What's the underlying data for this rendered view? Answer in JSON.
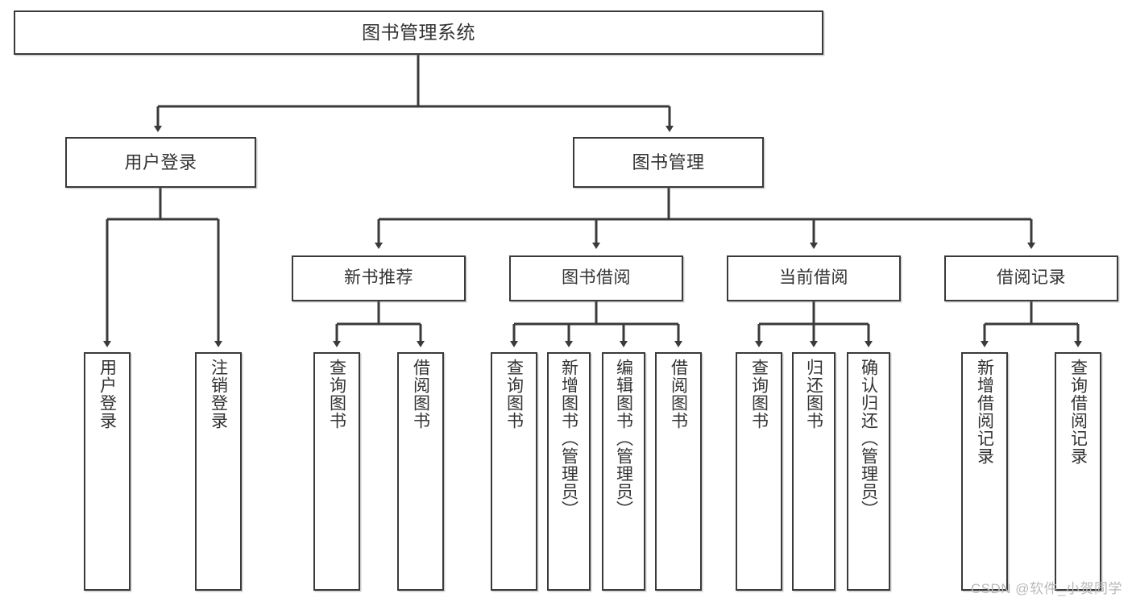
{
  "diagram": {
    "type": "tree-hierarchy-chart",
    "title": "图书管理系统",
    "watermark": "CSDN @软件_小贺同学",
    "colors": {
      "box_border": "#3a3a3a",
      "box_fill": "#ffffff",
      "text": "#333333",
      "connector": "#3a3a3a",
      "watermark": "#b9b9b9",
      "background": "#ffffff"
    },
    "nodes": {
      "root": {
        "label": "图书管理系统"
      },
      "level2": [
        {
          "label": "用户登录"
        },
        {
          "label": "图书管理"
        }
      ],
      "level3": [
        {
          "label": "新书推荐"
        },
        {
          "label": "图书借阅"
        },
        {
          "label": "当前借阅"
        },
        {
          "label": "借阅记录"
        }
      ],
      "leaves": {
        "user_login": [
          {
            "label": "用户登录"
          },
          {
            "label": "注销登录"
          }
        ],
        "new_book_recommend": [
          {
            "label": "查询图书"
          },
          {
            "label": "借阅图书"
          }
        ],
        "book_borrow": [
          {
            "label": "查询图书"
          },
          {
            "label": "新增图书（管理员）"
          },
          {
            "label": "编辑图书（管理员）"
          },
          {
            "label": "借阅图书"
          }
        ],
        "current_borrow": [
          {
            "label": "查询图书"
          },
          {
            "label": "归还图书"
          },
          {
            "label": "确认归还（管理员）"
          }
        ],
        "borrow_record": [
          {
            "label": "新增借阅记录"
          },
          {
            "label": "查询借阅记录"
          }
        ]
      }
    }
  }
}
